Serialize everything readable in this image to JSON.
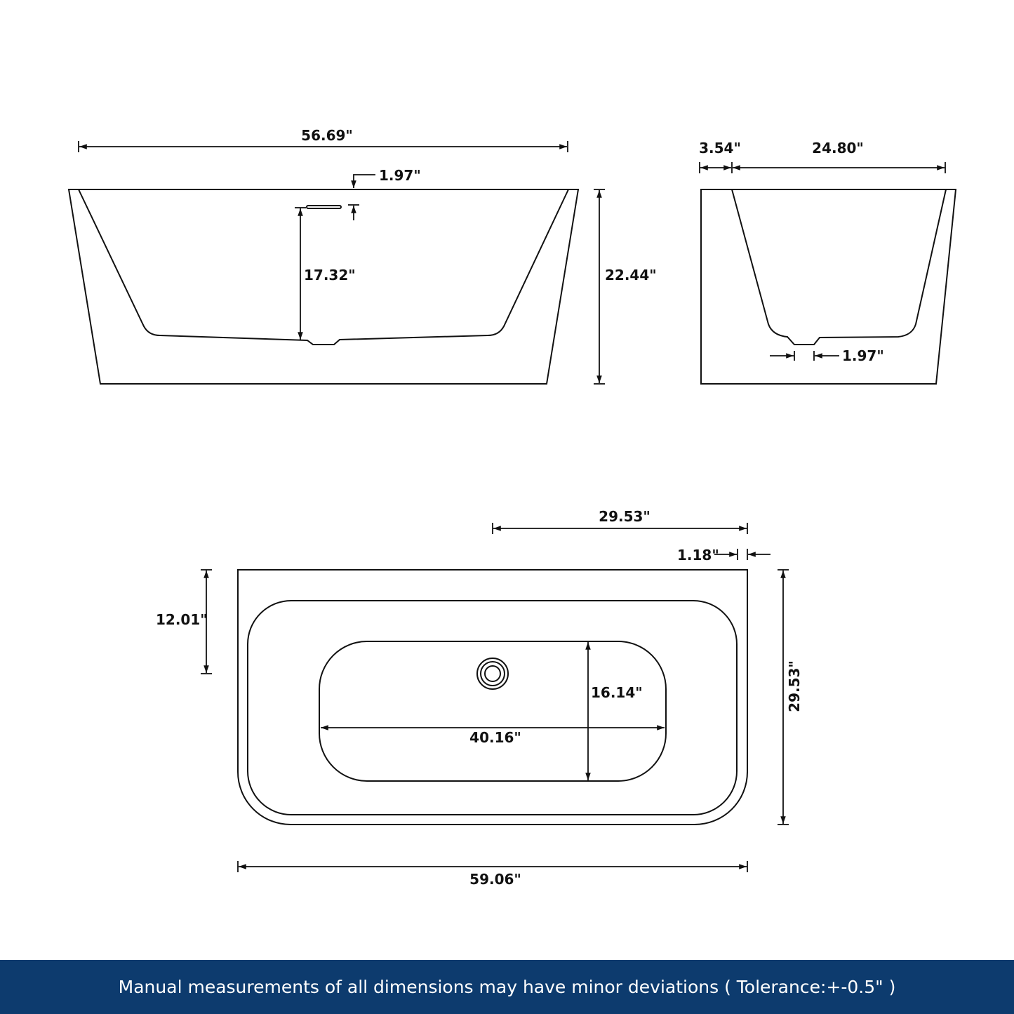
{
  "front_view": {
    "length": "56.69\"",
    "overflow_offset": "1.97\"",
    "interior_depth": "17.32\"",
    "height": "22.44\""
  },
  "side_view": {
    "rim_width": "3.54\"",
    "width": "24.80\"",
    "drain_width": "1.97\""
  },
  "top_view": {
    "drain_offset": "29.53\"",
    "wall_thickness": "1.18\"",
    "drain_to_back": "12.01\"",
    "width": "29.53\"",
    "basin_width": "16.14\"",
    "basin_length": "40.16\"",
    "length": "59.06\""
  },
  "footer": {
    "note": "Manual measurements of all dimensions may have minor deviations ( Tolerance:+-0.5\" )",
    "background": "#0d3b6e"
  }
}
